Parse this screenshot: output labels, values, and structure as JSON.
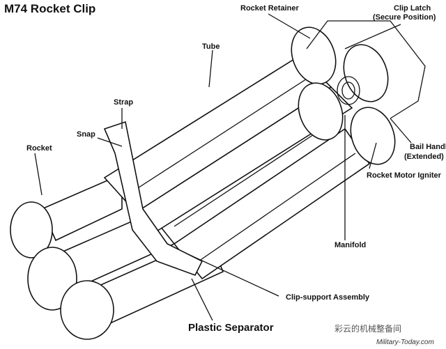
{
  "title": "M74 Rocket Clip",
  "labels": {
    "rocket_retainer": "Rocket Retainer",
    "clip_latch_1": "Clip Latch",
    "clip_latch_2": "(Secure Position)",
    "tube": "Tube",
    "strap": "Strap",
    "snap": "Snap",
    "rocket": "Rocket",
    "bail_handle_1": "Bail Handle",
    "bail_handle_2": "(Extended)",
    "rocket_motor_igniter": "Rocket Motor Igniter",
    "manifold": "Manifold",
    "clip_support_assembly": "Clip-support Assembly",
    "plastic_separator": "Plastic Separator"
  },
  "watermark": "彩云的机械整备间",
  "source": "Military-Today.com"
}
